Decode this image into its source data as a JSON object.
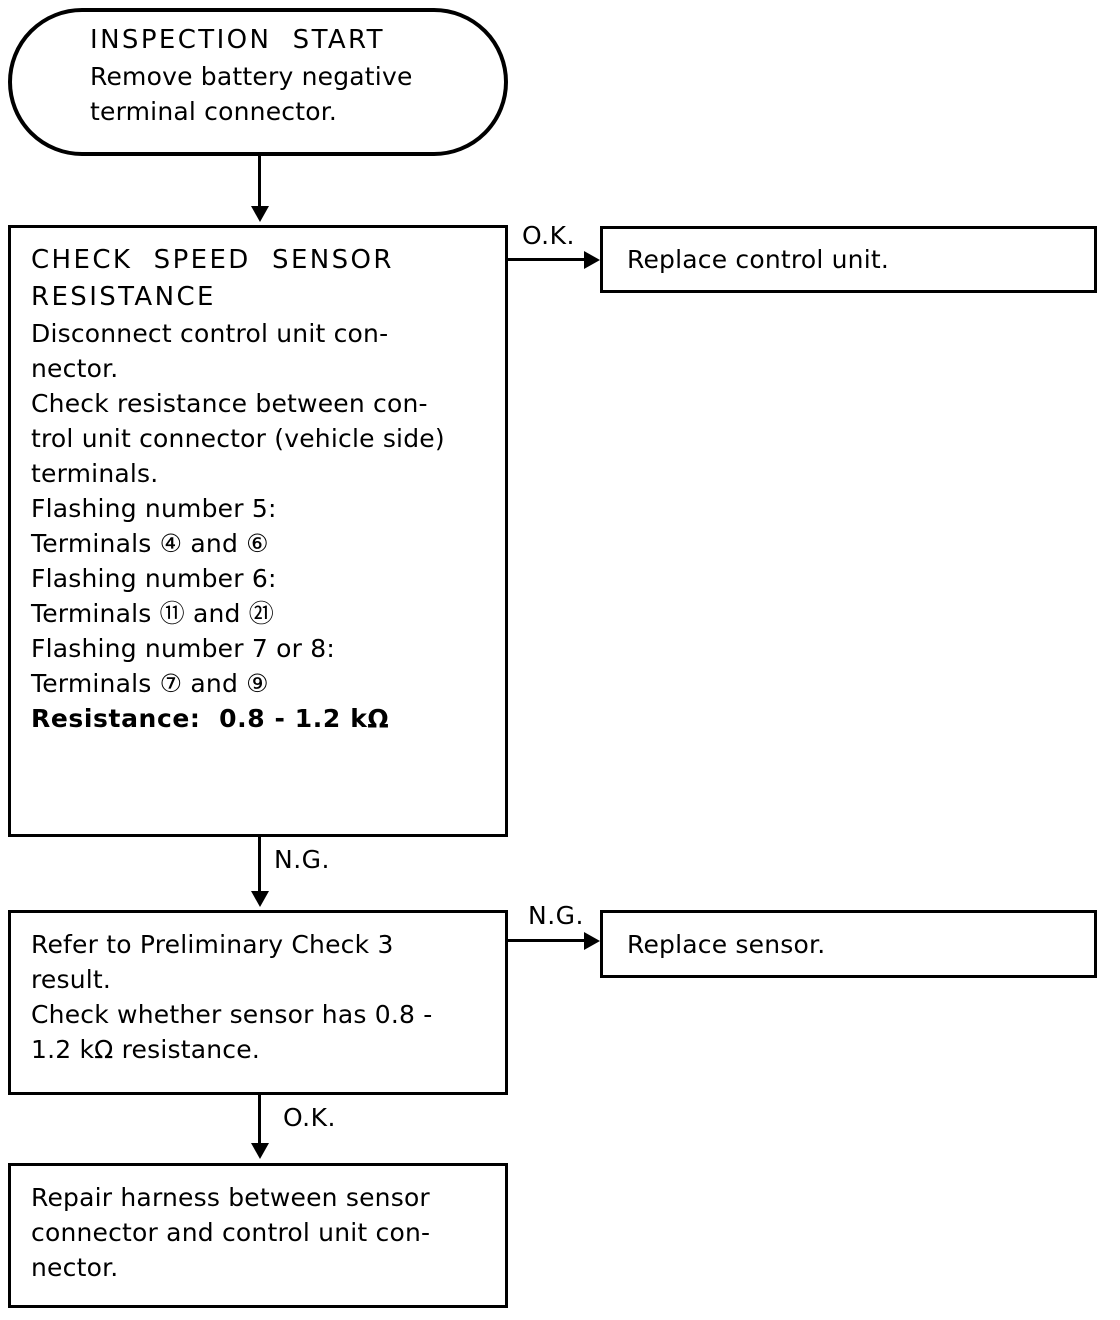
{
  "diagram": {
    "title": "Speed sensor resistance inspection flowchart",
    "ink_color": "#000000",
    "paper_color": "#ffffff"
  },
  "nodes": {
    "start": {
      "shape": "rounded-oval",
      "lines": [
        "INSPECTION  START",
        "Remove battery negative",
        "terminal connector."
      ]
    },
    "check_resistance": {
      "shape": "rectangle",
      "lines": [
        "CHECK  SPEED  SENSOR",
        "RESISTANCE",
        "Disconnect control unit con-",
        "nector.",
        "Check resistance between con-",
        "trol unit connector (vehicle side)",
        "terminals.",
        "Flashing number 5:",
        "Terminals ④ and ⑥",
        "Flashing number 6:",
        "Terminals ⑪ and ㉑",
        "Flashing number 7 or 8:",
        "Terminals ⑦ and ⑨",
        "Resistance:  0.8 - 1.2 kΩ"
      ]
    },
    "replace_control_unit": {
      "shape": "rectangle",
      "lines": [
        "Replace control unit."
      ]
    },
    "preliminary_check": {
      "shape": "rectangle",
      "lines": [
        "Refer to Preliminary Check 3",
        "result.",
        "Check whether sensor has 0.8 -",
        "1.2 kΩ resistance."
      ]
    },
    "replace_sensor": {
      "shape": "rectangle",
      "lines": [
        "Replace sensor."
      ]
    },
    "repair_harness": {
      "shape": "rectangle",
      "lines": [
        "Repair harness between sensor",
        "connector and control unit con-",
        "nector."
      ]
    }
  },
  "edges": {
    "start_to_check": {
      "label": ""
    },
    "check_to_replace_control_unit": {
      "label": "O.K."
    },
    "check_to_preliminary": {
      "label": "N.G."
    },
    "preliminary_to_replace_sensor": {
      "label": "N.G."
    },
    "preliminary_to_repair_harness": {
      "label": "O.K."
    }
  }
}
